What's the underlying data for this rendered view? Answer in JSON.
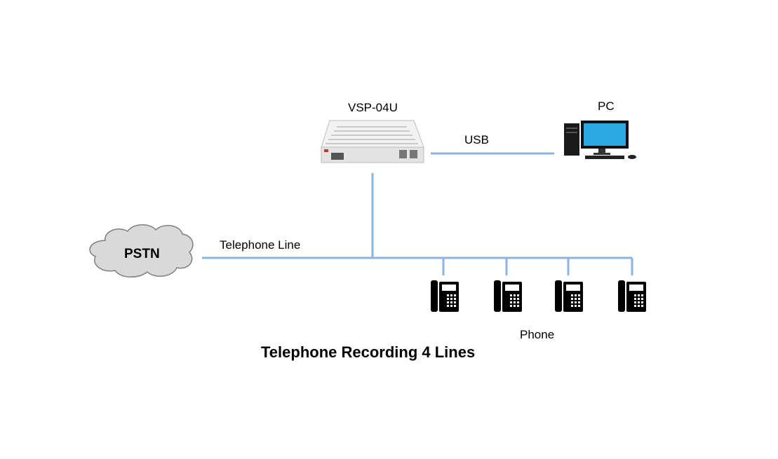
{
  "diagram": {
    "title": "Telephone Recording 4 Lines",
    "nodes": {
      "recorder": {
        "label": "VSP-04U"
      },
      "pc": {
        "label": "PC"
      },
      "pstn": {
        "label": "PSTN"
      },
      "phones": {
        "label": "Phone",
        "count": 4
      }
    },
    "edges": {
      "usb": {
        "label": "USB"
      },
      "telephone_line": {
        "label": "Telephone Line"
      }
    },
    "colors": {
      "line": "#8db3e2",
      "cloud_fill": "#d9d9d9",
      "cloud_stroke": "#7f7f7f",
      "device_body": "#e9e9e9",
      "monitor_screen": "#29abe2",
      "phone_body": "#000000"
    }
  }
}
